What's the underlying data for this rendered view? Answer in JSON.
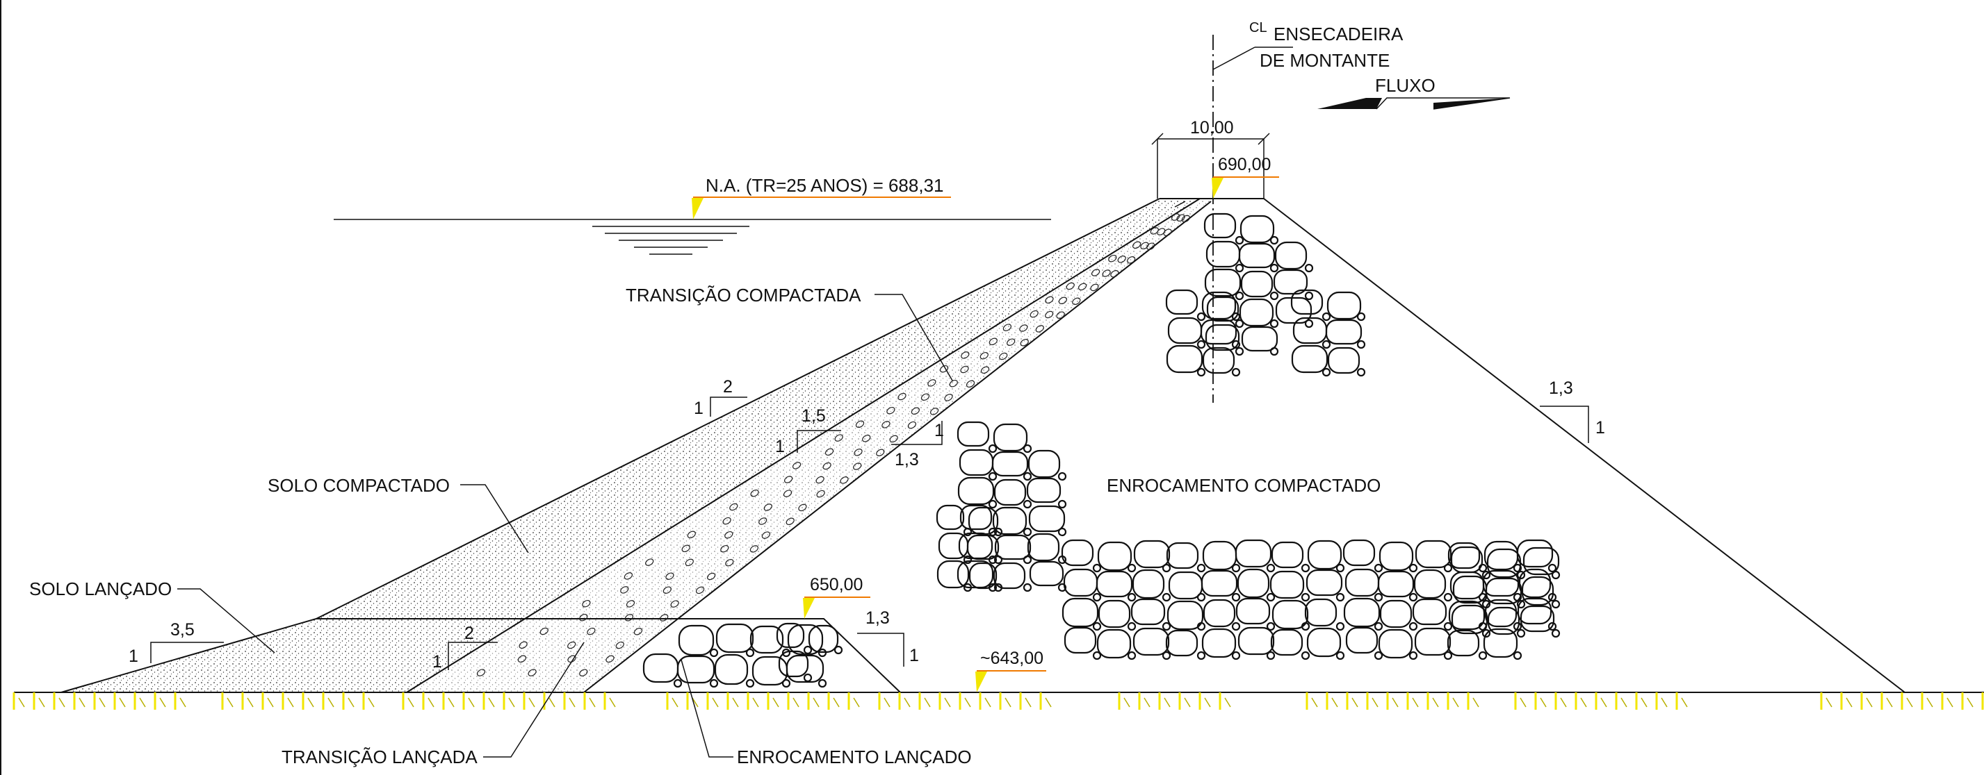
{
  "centerline": {
    "symbol": "CL",
    "line1": "ENSECADEIRA",
    "line2": "DE MONTANTE"
  },
  "flow_label": "FLUXO",
  "crest": {
    "width": "10,00",
    "elevation": "690,00"
  },
  "water_level": "N.A. (TR=25 ANOS) = 688,31",
  "berm_elevation": "650,00",
  "foundation_elevation": "~643,00",
  "slopes": {
    "upstream_outer": {
      "h": "2",
      "v": "1"
    },
    "transition_upper": {
      "h": "1,5",
      "v": "1"
    },
    "transition_down": {
      "h": "1,3",
      "v": "1"
    },
    "downstream": {
      "h": "1,3",
      "v": "1"
    },
    "solo_lancado": {
      "h": "3,5",
      "v": "1"
    },
    "transicao_lancada": {
      "h": "2",
      "v": "1"
    },
    "enrocamento_lancado": {
      "h": "1,3",
      "v": "1"
    }
  },
  "materials": {
    "transicao_compactada": "TRANSIÇÃO COMPACTADA",
    "solo_compactado": "SOLO COMPACTADO",
    "solo_lancado": "SOLO LANÇADO",
    "enrocamento_compactado": "ENROCAMENTO COMPACTADO",
    "transicao_lancada": "TRANSIÇÃO LANÇADA",
    "enrocamento_lancado": "ENROCAMENTO LANÇADO"
  },
  "colors": {
    "line": "#111111",
    "marker": "#f2e600",
    "marker_underline": "#f07a00"
  }
}
